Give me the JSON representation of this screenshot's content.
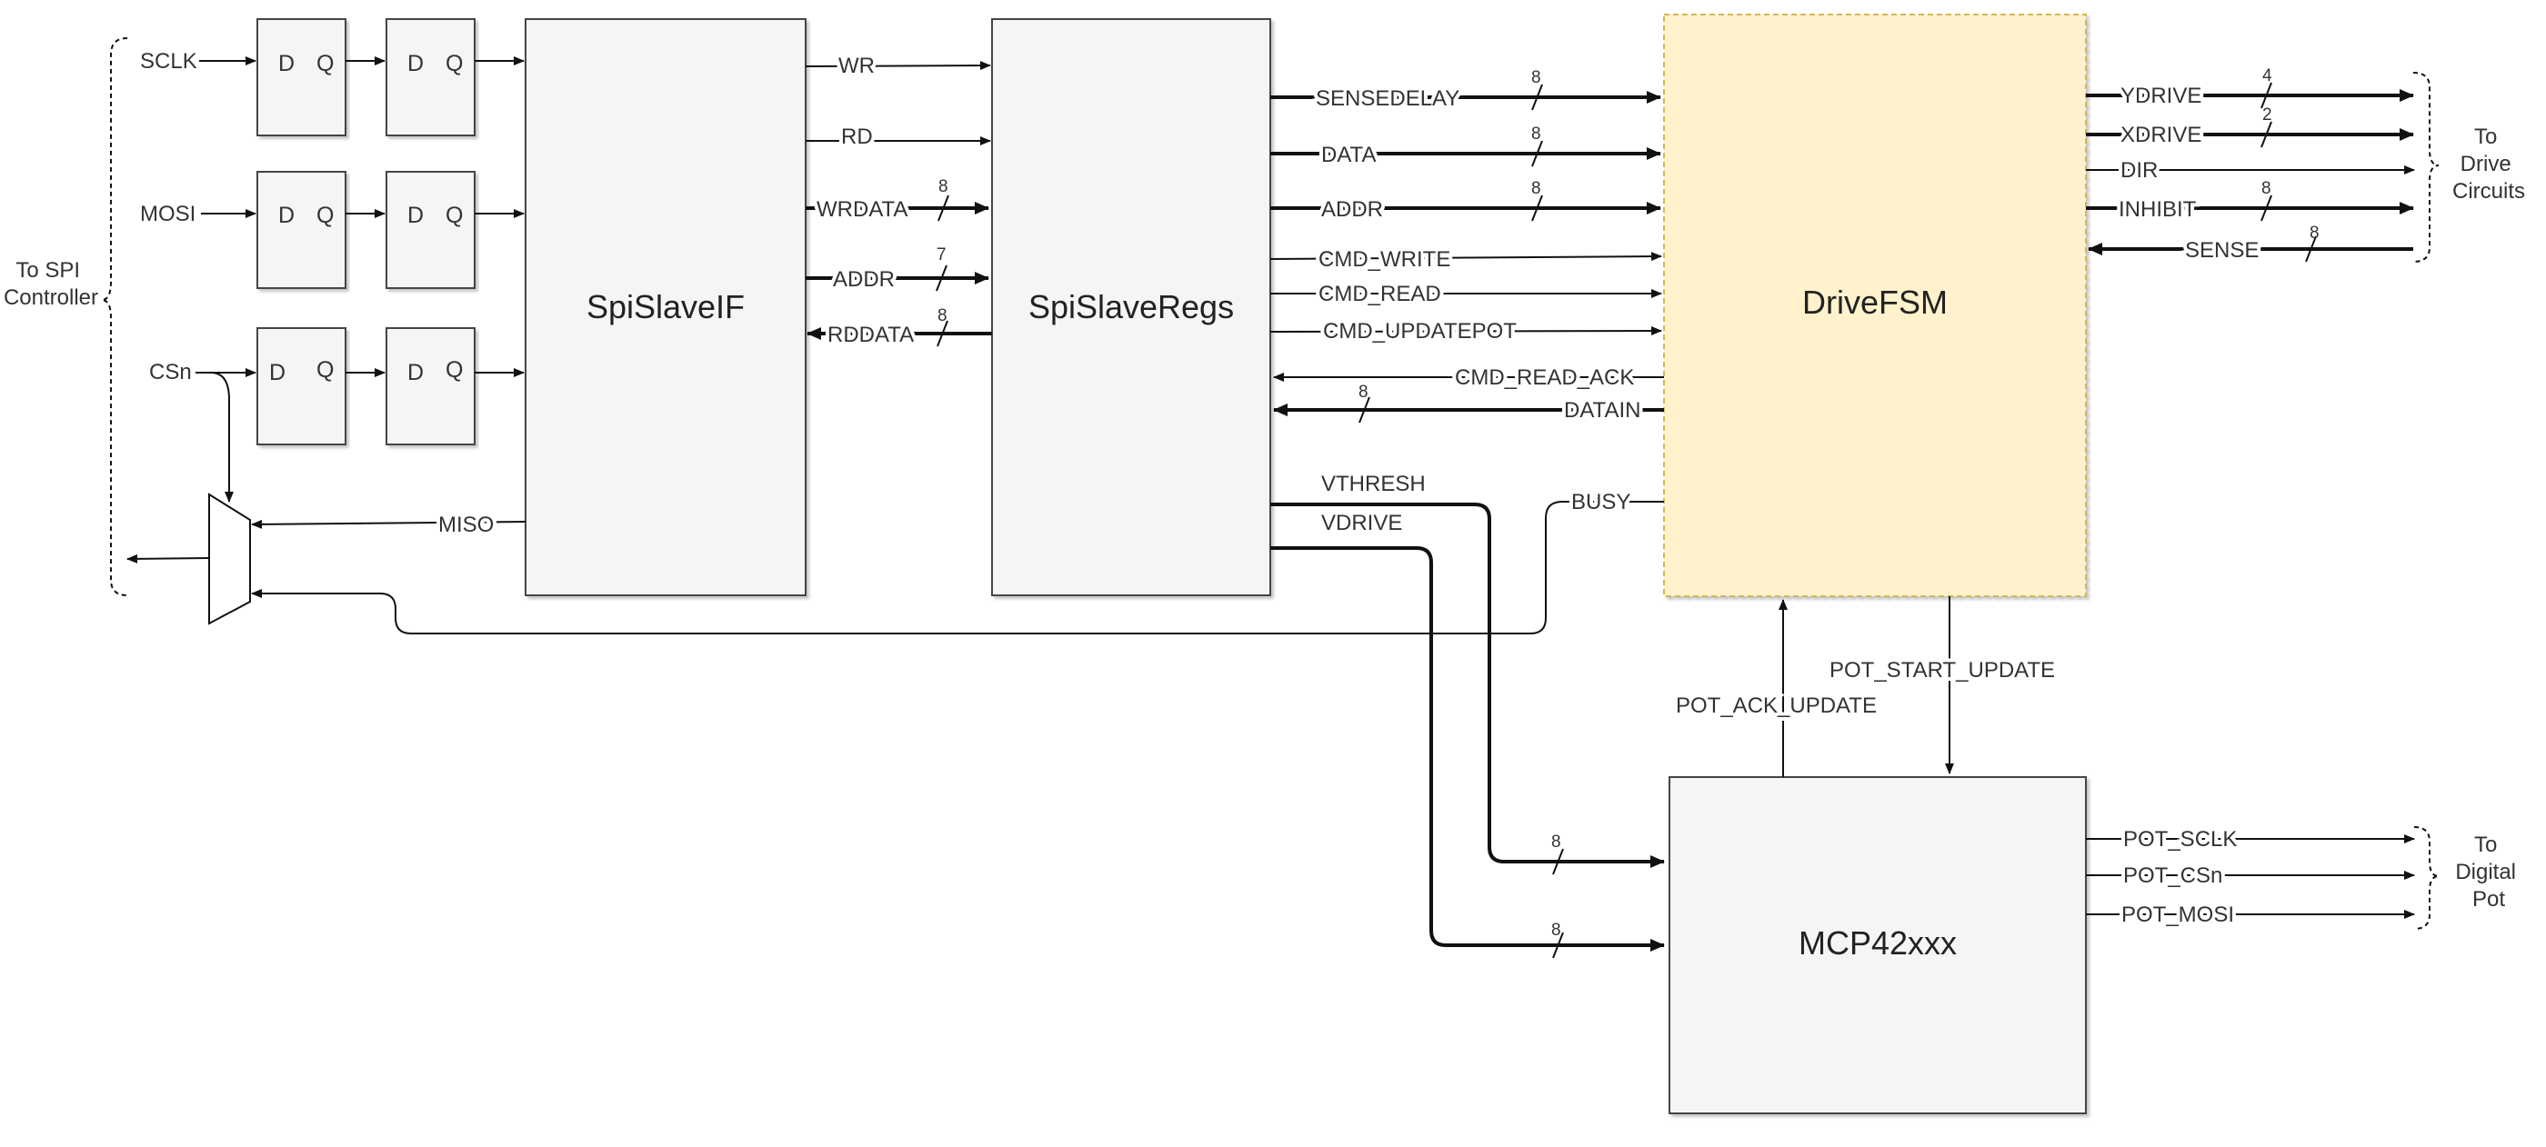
{
  "blocks": {
    "spi_slave_if": "SpiSlaveIF",
    "spi_slave_regs": "SpiSlaveRegs",
    "drive_fsm": "DriveFSM",
    "mcp42xxx": "MCP42xxx"
  },
  "flipflop": {
    "d": "D",
    "q": "Q"
  },
  "inputs": {
    "sclk": "SCLK",
    "mosi": "MOSI",
    "csn": "CSn",
    "miso": "MISO"
  },
  "if_to_regs": {
    "wr": "WR",
    "rd": "RD",
    "wrdata": "WRDATA",
    "addr": "ADDR",
    "rddata": "RDDATA",
    "w_wrdata": "8",
    "w_addr": "7",
    "w_rddata": "8"
  },
  "regs_to_fsm": {
    "sensedelay": "SENSEDELAY",
    "data": "DATA",
    "addr": "ADDR",
    "cmd_write": "CMD_WRITE",
    "cmd_read": "CMD_READ",
    "cmd_updatepot": "CMD_UPDATEPOT",
    "cmd_read_ack": "CMD_READ_ACK",
    "datain": "DATAIN",
    "w_sensedelay": "8",
    "w_data": "8",
    "w_addr": "8",
    "w_datain": "8"
  },
  "regs_to_pot": {
    "vthresh": "VTHRESH",
    "vdrive": "VDRIVE",
    "w_vthresh": "8",
    "w_vdrive": "8"
  },
  "fsm_signals": {
    "busy": "BUSY",
    "pot_ack_update": "POT_ACK_UPDATE",
    "pot_start_update": "POT_START_UPDATE"
  },
  "drive_outputs": {
    "ydrive": "YDRIVE",
    "xdrive": "XDRIVE",
    "dir": "DIR",
    "inhibit": "INHIBIT",
    "sense": "SENSE",
    "w_ydrive": "4",
    "w_xdrive": "2",
    "w_inhibit": "8",
    "w_sense": "8"
  },
  "pot_outputs": {
    "pot_sclk": "POT_SCLK",
    "pot_csn": "POT_CSn",
    "pot_mosi": "POT_MOSI"
  },
  "side_labels": {
    "spi_controller": [
      "To SPI",
      "Controller"
    ],
    "drive_circuits": [
      "To",
      "Drive",
      "Circuits"
    ],
    "digital_pot": [
      "To",
      "Digital",
      "Pot"
    ]
  }
}
